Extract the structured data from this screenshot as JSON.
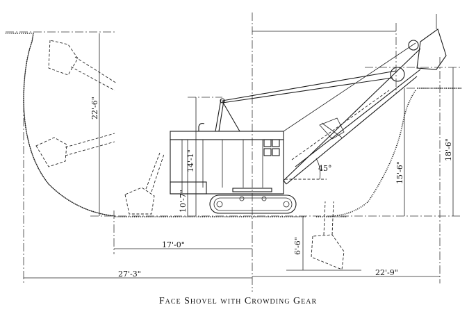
{
  "figure": {
    "caption": "Face Shovel with Crowding Gear"
  },
  "dimensions": {
    "max_dump_height": "22'-6\"",
    "cab_height": "14'-1\"",
    "clearance_height": "10'-7\"",
    "dump_height_right": "18'-6\"",
    "dig_height_right": "15'-6\"",
    "dig_depth": "6'-6\"",
    "reach_at_floor": "17'-0\"",
    "max_radius_left": "27'-3\"",
    "max_radius_right": "22'-9\"",
    "boom_angle": "45°"
  }
}
